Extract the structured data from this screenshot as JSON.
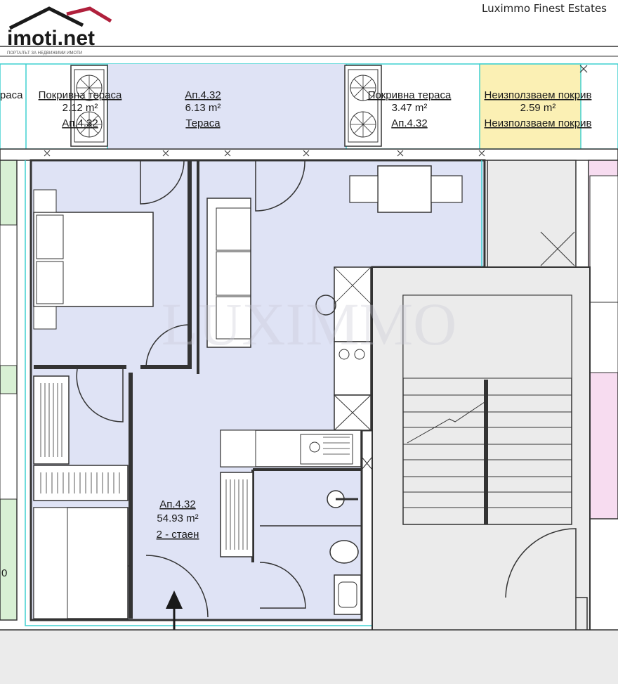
{
  "header": {
    "logo_text": "imoti.net",
    "logo_tagline": "ПОРТАЛЪТ ЗА НЕДВИЖИМИ ИМОТИ",
    "agency": "Luximmo Finest Estates"
  },
  "watermark": "LUXIMMO",
  "rooms": {
    "terrace_left_partial": "ераса",
    "roof_terrace_left": {
      "name": "Покривна тераса",
      "area": "2.12 m²",
      "unit": "Ап.4.32"
    },
    "terrace_center": {
      "unit": "Ап.4.32",
      "area": "6.13 m²",
      "name": "Тераса"
    },
    "roof_terrace_right": {
      "name": "Покривна тераса",
      "area": "3.47 m²",
      "unit": "Ап.4.32"
    },
    "unused_roof": {
      "name": "Неизползваем покрив",
      "area": "2.59 m²",
      "name2": "Неизползваем покрив"
    },
    "apartment": {
      "unit": "Ап.4.32",
      "area": "54.93 m²",
      "type": "2 - стаен"
    },
    "left_partial_digit": "0"
  },
  "colors": {
    "apartment_fill": "#dfe3f5",
    "unused_roof_fill": "#fbf0b4",
    "outline_cyan": "#3fd0d0",
    "left_unit_fill": "#d8f0d4",
    "right_unit_fill": "#f7dcf0",
    "stair_fill": "#ebebeb",
    "logo_red": "#b0203c"
  }
}
